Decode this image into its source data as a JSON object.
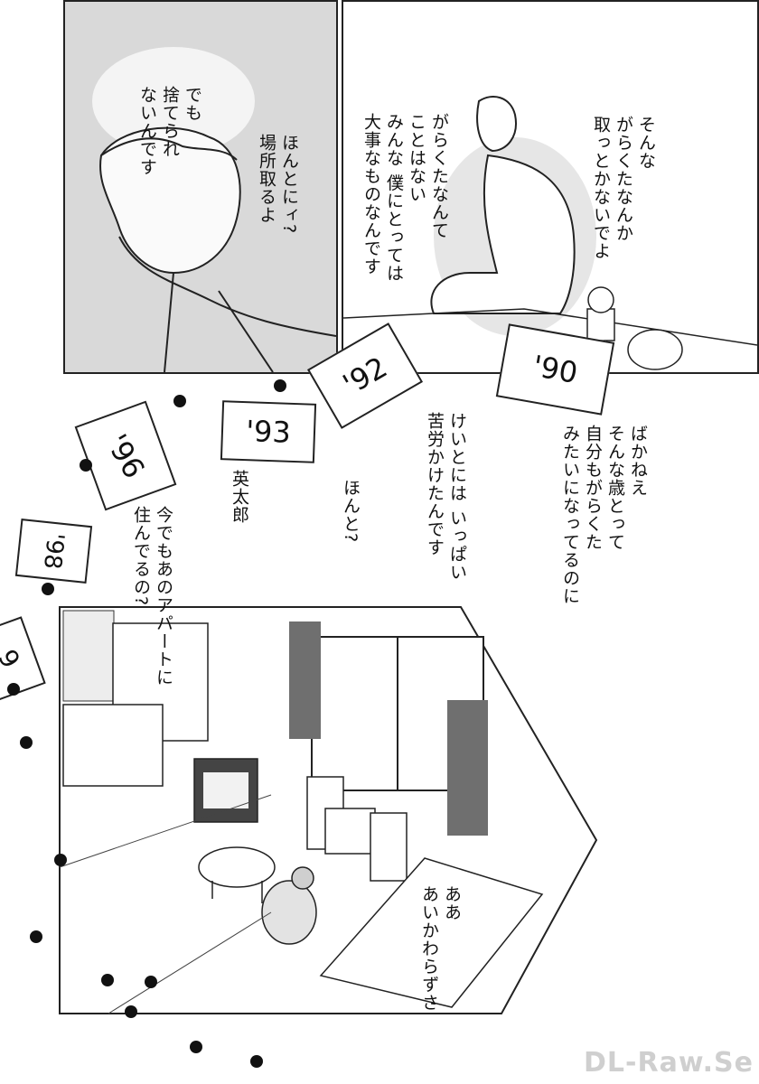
{
  "bubbles": {
    "left_1": "でも\n捨てられ\nないんです",
    "left_2": "ほんとにィ?\n場所取るよ",
    "right_1": "そんな\nがらくたなんか\n取っとかないでよ",
    "right_2": "がらくたなんて\nことはない\nみんな 僕にとっては\n大事なものなんです",
    "mid_1": "ばかねえ\nそんな歳とって\n自分もがらくた\nみたいになってるのに",
    "mid_2": "けいとには いっぱい\n苦労かけたんです",
    "mid_3": "ほんと?",
    "mid_4": "英太郎",
    "mid_5": "今でもあのアパートに\n住んでるの?",
    "bottom_1": "ああ\nあいかわらずさ"
  },
  "year_cards": [
    "'90",
    "'92",
    "'93",
    "'96",
    "'98",
    "9"
  ],
  "watermark": "DL-Raw.Se"
}
